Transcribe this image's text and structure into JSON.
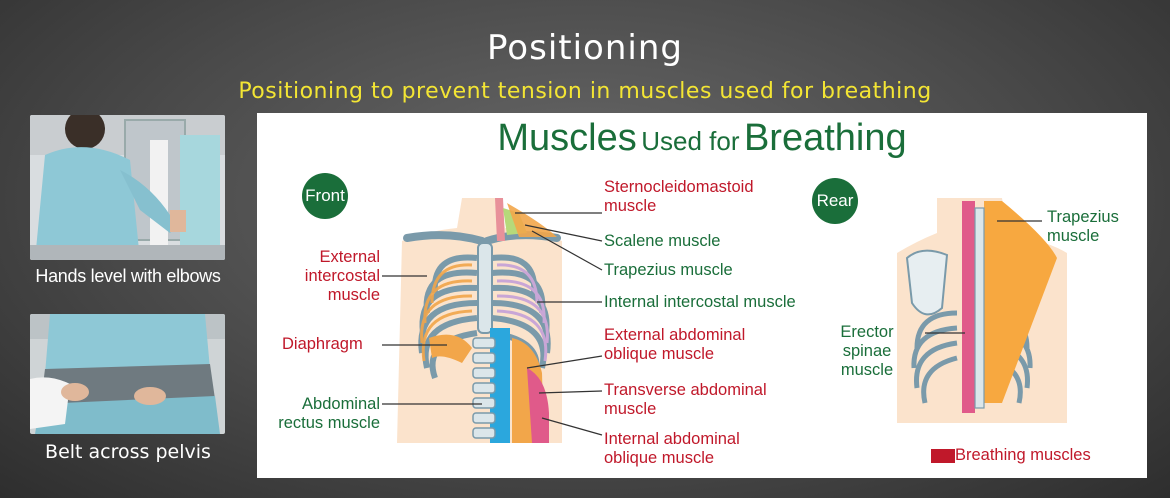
{
  "title": "Positioning",
  "subtitle": "Positioning to prevent tension in muscles used for breathing",
  "photos": [
    {
      "caption": "Hands level with elbows"
    },
    {
      "caption": "Belt across pelvis"
    }
  ],
  "diagram": {
    "title_big_1": "Muscles",
    "title_small": "Used for",
    "title_big_2": "Breathing",
    "front_badge": "Front",
    "rear_badge": "Rear",
    "labels": {
      "sternocleidomastoid": "Sternocleidomastoid muscle",
      "scalene": "Scalene muscle",
      "trapezius_front": "Trapezius muscle",
      "internal_intercostal": "Internal intercostal muscle",
      "external_intercostal": "External intercostal muscle",
      "diaphragm": "Diaphragm",
      "external_abdominal_oblique": "External abdominal oblique muscle",
      "transverse_abdominal": "Transverse abdominal muscle",
      "abdominal_rectus": "Abdominal rectus muscle",
      "internal_abdominal_oblique": "Internal abdominal oblique muscle",
      "trapezius_rear": "Trapezius muscle",
      "erector_spinae": "Erector spinae muscle"
    },
    "legend": "Breathing muscles",
    "colors": {
      "breathing_muscle": "#c0182a",
      "other_muscle": "#1a6e3a",
      "title": "#1a6e3a",
      "subtitle": "#f3e534"
    }
  }
}
